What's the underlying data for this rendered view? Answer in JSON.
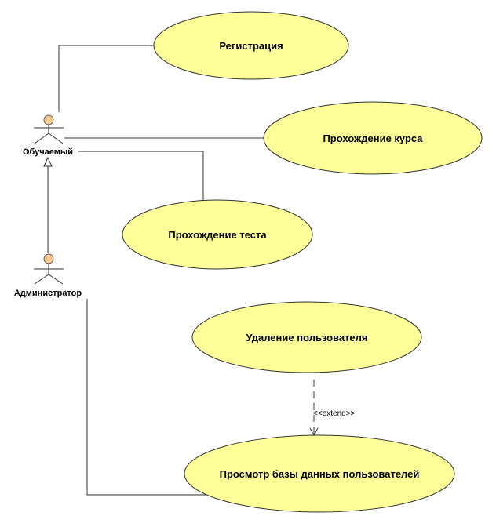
{
  "diagram": {
    "type": "uml-use-case",
    "colors": {
      "usecase_fill": "#FFFF99",
      "usecase_stroke": "#333333",
      "actor_head": "#F8C890",
      "line": "#333333"
    },
    "actors": [
      {
        "id": "learner",
        "label": "Обучаемый"
      },
      {
        "id": "admin",
        "label": "Администратор"
      }
    ],
    "use_cases": [
      {
        "id": "registration",
        "label": "Регистрация"
      },
      {
        "id": "course",
        "label": "Прохождение курса"
      },
      {
        "id": "test",
        "label": "Прохождение теста"
      },
      {
        "id": "delete_user",
        "label": "Удаление пользователя"
      },
      {
        "id": "view_db",
        "label": "Просмотр базы данных пользователей"
      }
    ],
    "relations": [
      {
        "type": "association",
        "from": "learner",
        "to": "registration"
      },
      {
        "type": "association",
        "from": "learner",
        "to": "course"
      },
      {
        "type": "association",
        "from": "learner",
        "to": "test"
      },
      {
        "type": "generalization",
        "from": "admin",
        "to": "learner"
      },
      {
        "type": "association",
        "from": "admin",
        "to": "view_db"
      },
      {
        "type": "extend",
        "from": "delete_user",
        "to": "view_db",
        "label": "<<extend>>"
      }
    ]
  }
}
